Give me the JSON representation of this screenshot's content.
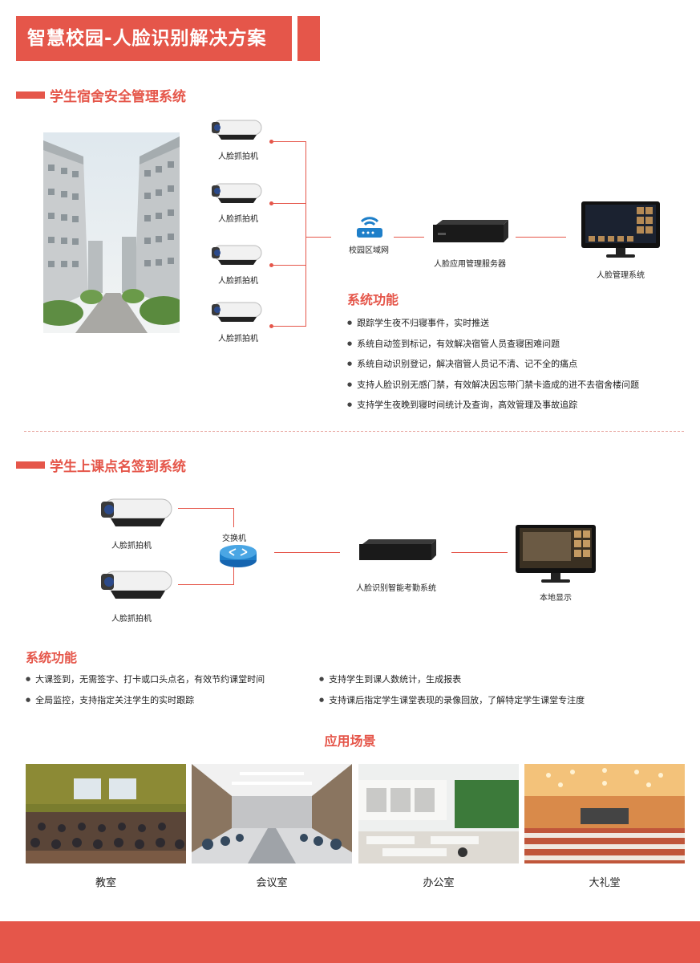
{
  "header": {
    "title": "智慧校园-人脸识别解决方案"
  },
  "dorm": {
    "section_title": "学生宿舍安全管理系统",
    "cameras": [
      "人脸抓拍机",
      "人脸抓拍机",
      "人脸抓拍机",
      "人脸抓拍机"
    ],
    "network_label": "校园区域网",
    "server_label": "人脸应用管理服务器",
    "monitor_label": "人脸管理系统",
    "functions_title": "系统功能",
    "functions": [
      "跟踪学生夜不归寝事件，实时推送",
      "系统自动签到标记，有效解决宿管人员查寝困难问题",
      "系统自动识别登记，解决宿管人员记不清、记不全的痛点",
      "支持人脸识别无感门禁，有效解决因忘带门禁卡造成的进不去宿舍楼问题",
      "支持学生夜晚到寝时间统计及查询，高效管理及事故追踪"
    ]
  },
  "class": {
    "section_title": "学生上课点名签到系统",
    "cameras": [
      "人脸抓拍机",
      "人脸抓拍机"
    ],
    "switch_label": "交换机",
    "system_label": "人脸识别智能考勤系统",
    "display_label": "本地显示",
    "functions_title": "系统功能",
    "functions_left": [
      "大课签到，无需签字、打卡或口头点名，有效节约课堂时间",
      "全局监控，支持指定关注学生的实时跟踪"
    ],
    "functions_right": [
      "支持学生到课人数统计，生成报表",
      "支持课后指定学生课堂表现的录像回放，了解特定学生课堂专注度"
    ]
  },
  "scenes": {
    "title": "应用场景",
    "items": [
      "教室",
      "会议室",
      "办公室",
      "大礼堂"
    ]
  },
  "colors": {
    "accent": "#e5564a"
  }
}
